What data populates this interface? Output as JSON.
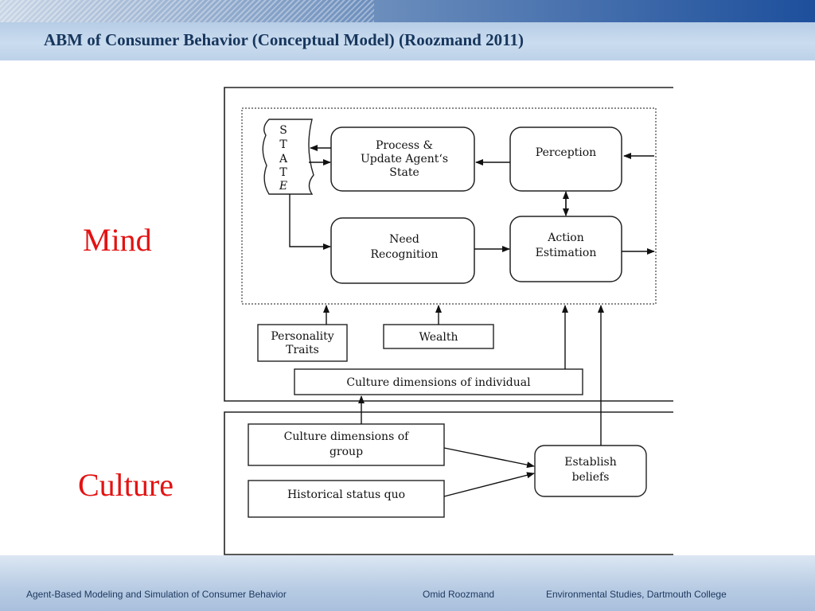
{
  "slide": {
    "title": "ABM of Consumer Behavior (Conceptual Model) (Roozmand 2011)",
    "mind_label": "Mind",
    "culture_label": "Culture"
  },
  "diagram": {
    "state_letters": [
      "S",
      "T",
      "A",
      "T",
      "E"
    ],
    "process_lines": [
      "Process &",
      "Update Agent‘s",
      "State"
    ],
    "perception": "Perception",
    "need_lines": [
      "Need",
      "Recognition"
    ],
    "action_lines": [
      "Action",
      "Estimation"
    ],
    "personality_lines": [
      "Personality",
      "Traits"
    ],
    "wealth": "Wealth",
    "culture_individual": "Culture dimensions of individual",
    "culture_group_lines": [
      "Culture dimensions of",
      "group"
    ],
    "historical": "Historical status quo",
    "establish_lines": [
      "Establish",
      "beliefs"
    ]
  },
  "footer": {
    "left": "Agent-Based Modeling and Simulation of Consumer Behavior",
    "center": "Omid Roozmand",
    "right": "Environmental Studies, Dartmouth College"
  }
}
